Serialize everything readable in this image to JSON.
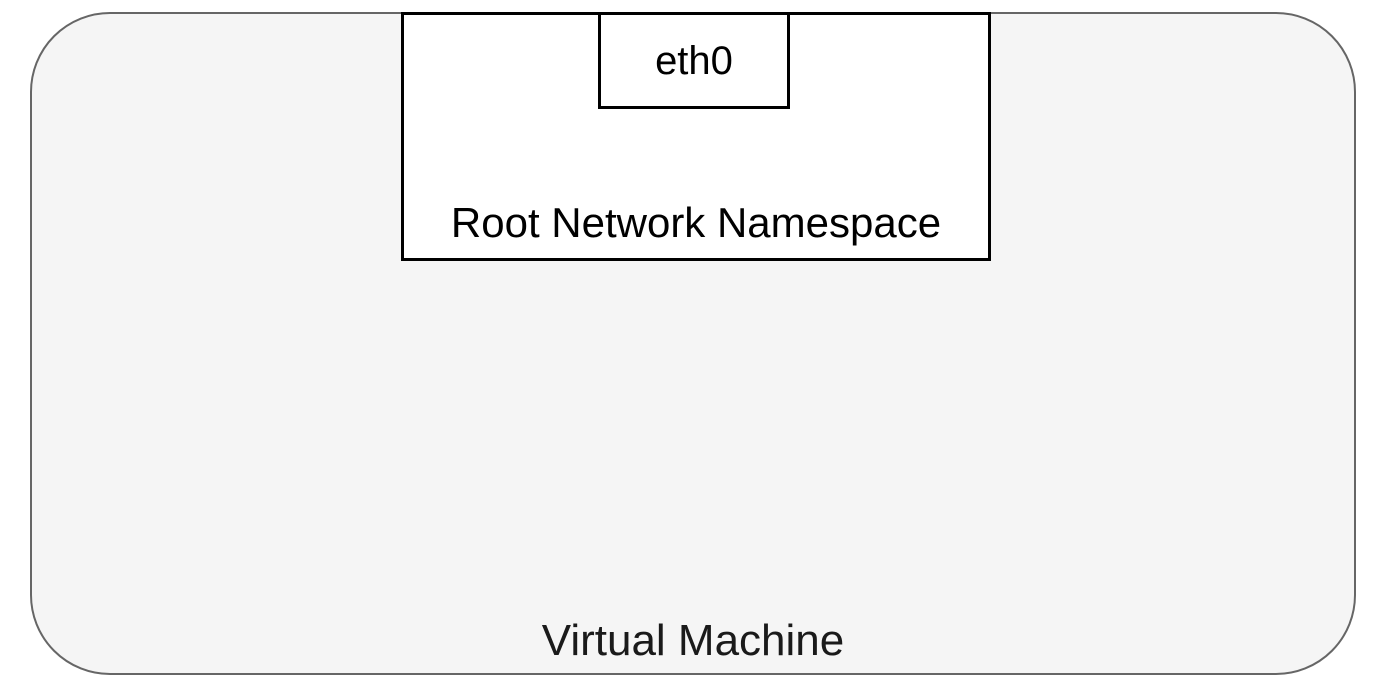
{
  "diagram": {
    "vm": {
      "label": "Virtual Machine",
      "fill_color": "#f5f5f5",
      "border_color": "#666666"
    },
    "root_namespace": {
      "label": "Root Network Namespace",
      "fill_color": "#ffffff",
      "border_color": "#000000"
    },
    "interface": {
      "label": "eth0",
      "fill_color": "#ffffff",
      "border_color": "#000000"
    }
  }
}
